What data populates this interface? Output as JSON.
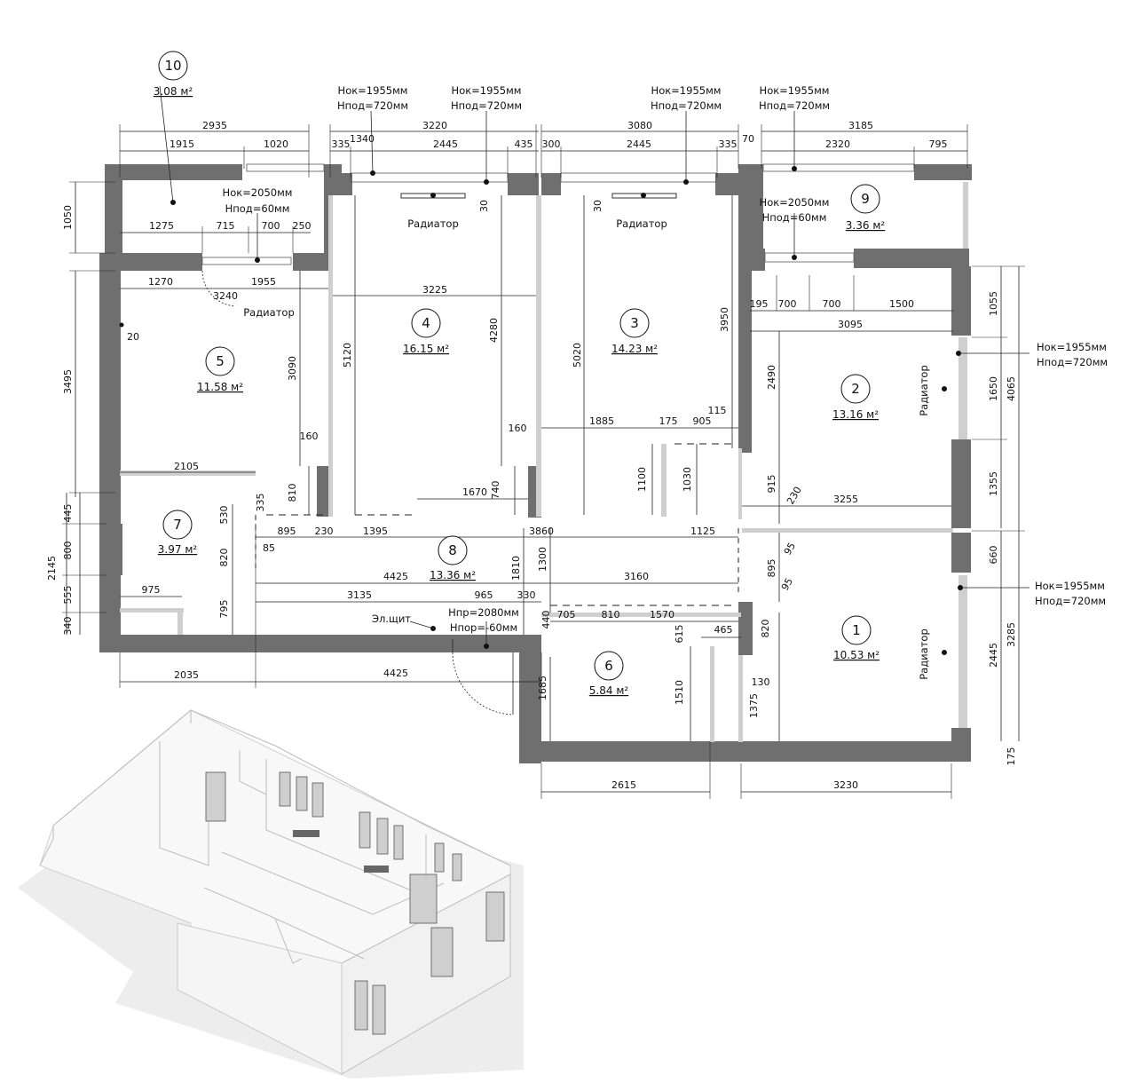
{
  "rooms": [
    {
      "id": "room-1",
      "number": "1",
      "area": "10.53 м²"
    },
    {
      "id": "room-2",
      "number": "2",
      "area": "13.16 м²"
    },
    {
      "id": "room-3",
      "number": "3",
      "area": "14.23 м²"
    },
    {
      "id": "room-4",
      "number": "4",
      "area": "16.15 м²"
    },
    {
      "id": "room-5",
      "number": "5",
      "area": "11.58 м²"
    },
    {
      "id": "room-6",
      "number": "6",
      "area": "5.84 м²"
    },
    {
      "id": "room-7",
      "number": "7",
      "area": "3.97 м²"
    },
    {
      "id": "room-8",
      "number": "8",
      "area": "13.36 м²"
    },
    {
      "id": "room-9",
      "number": "9",
      "area": "3.36 м²"
    },
    {
      "id": "room-10",
      "number": "10",
      "area": "3.08 м²"
    }
  ],
  "notes": {
    "nok1955": "Нок=1955мм",
    "npod720": "Нпод=720мм",
    "nok2050": "Нок=2050мм",
    "npod60": "Нпод=60мм",
    "npr2080": "Нпр=2080мм",
    "npor60": "Нпор=-60мм",
    "radiator": "Радиатор",
    "elshchit": "Эл.щит"
  },
  "dims": {
    "d2935": "2935",
    "d1915": "1915",
    "d1020": "1020",
    "d3220": "3220",
    "d335a": "335",
    "d1340": "1340",
    "d2445a": "2445",
    "d435": "435",
    "d3080": "3080",
    "d300": "300",
    "d2445b": "2445",
    "d335b": "335",
    "d3185": "3185",
    "d70": "70",
    "d2320": "2320",
    "d795a": "795",
    "d1050": "1050",
    "d1275": "1275",
    "d715": "715",
    "d700a": "700",
    "d250": "250",
    "d1270": "1270",
    "d1955": "1955",
    "d3240": "3240",
    "d20": "20",
    "d3495": "3495",
    "d3090": "3090",
    "d160a": "160",
    "d810a": "810",
    "d2105": "2105",
    "d3225": "3225",
    "d5120": "5120",
    "d4280": "4280",
    "d30a": "30",
    "d30b": "30",
    "d5020": "5020",
    "d3950": "3950",
    "d160b": "160",
    "d1885": "1885",
    "d175a": "175",
    "d905": "905",
    "d115": "115",
    "d1670": "1670",
    "d740": "740",
    "d1100": "1100",
    "d1030": "1030",
    "d195": "195",
    "d700b": "700",
    "d700c": "700",
    "d1500": "1500",
    "d3095": "3095",
    "d2490": "2490",
    "d1055": "1055",
    "d1650": "1650",
    "d4065": "4065",
    "d1355": "1355",
    "d915": "915",
    "d230a": "230",
    "d3255": "3255",
    "d445": "445",
    "d800": "800",
    "d555": "555",
    "d340": "340",
    "d2145": "2145",
    "d530": "530",
    "d820a": "820",
    "d795b": "795",
    "d975": "975",
    "d335c": "335",
    "d895a": "895",
    "d230b": "230",
    "d1395": "1395",
    "d3860": "3860",
    "d1125": "1125",
    "d85": "85",
    "d4425a": "4425",
    "d1810": "1810",
    "d1300": "1300",
    "d3160": "3160",
    "d895b": "895",
    "d95a": "95",
    "d95b": "95",
    "d660": "660",
    "d3135": "3135",
    "d965": "965",
    "d330": "330",
    "d440": "440",
    "d705": "705",
    "d810b": "810",
    "d1570": "1570",
    "d615": "615",
    "d465": "465",
    "d820b": "820",
    "d130": "130",
    "d1375": "1375",
    "d1685": "1685",
    "d1510": "1510",
    "d2445c": "2445",
    "d3285": "3285",
    "d175b": "175",
    "d2035": "2035",
    "d4425b": "4425",
    "d2615": "2615",
    "d3230": "3230"
  }
}
